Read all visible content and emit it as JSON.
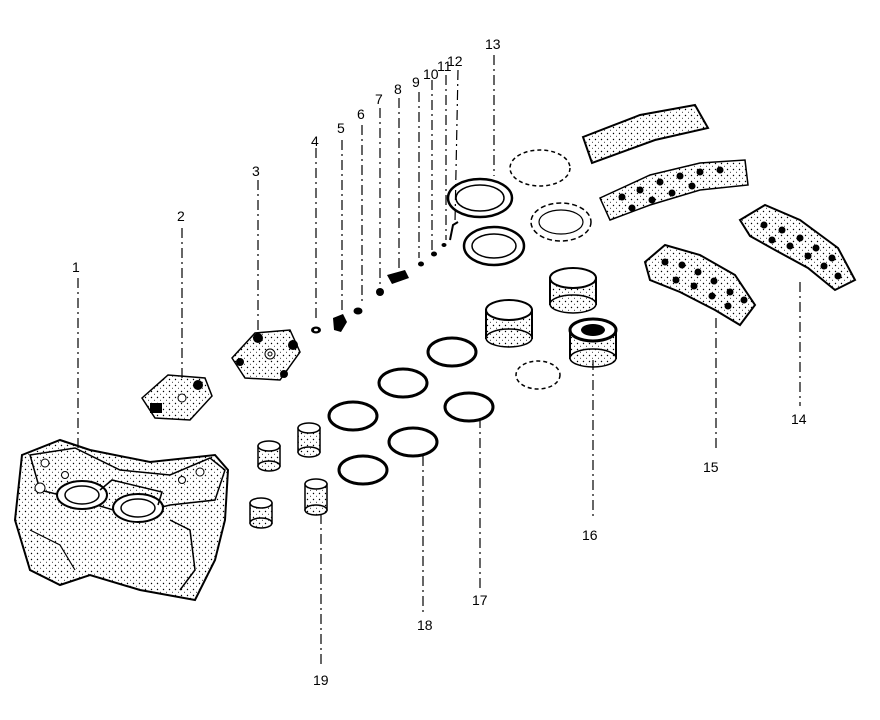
{
  "labels": {
    "1": "1",
    "2": "2",
    "3": "3",
    "4": "4",
    "5": "5",
    "6": "6",
    "7": "7",
    "8": "8",
    "9": "9",
    "10": "10",
    "11": "11",
    "12": "12",
    "13": "13",
    "14": "14",
    "15": "15",
    "16": "16",
    "17": "17",
    "18": "18",
    "19": "19"
  }
}
